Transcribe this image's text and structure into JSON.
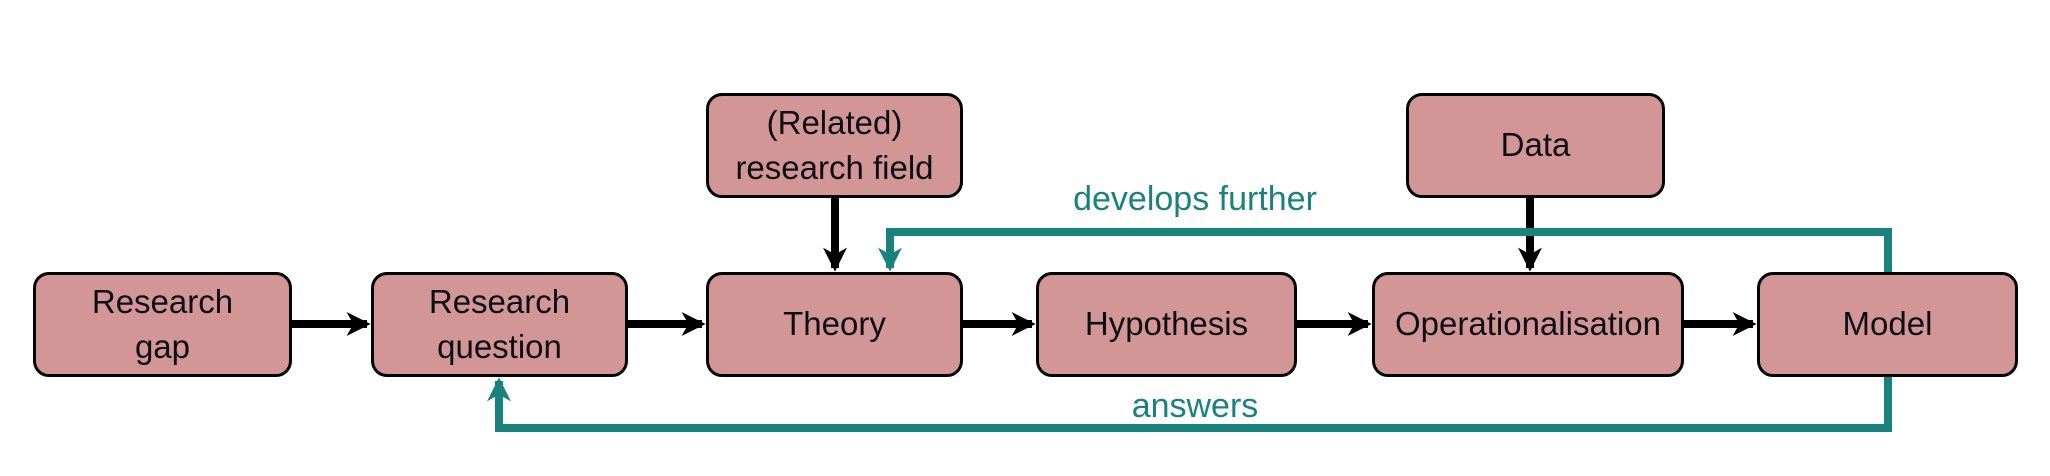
{
  "colors": {
    "background": "#ffffff",
    "node_fill": "#d39696",
    "node_border": "#000000",
    "node_text": "#0d0d15",
    "arrow": "#000000",
    "feedback": "#1a827d"
  },
  "nodes": {
    "research_gap": {
      "label": "Research\ngap"
    },
    "research_question": {
      "label": "Research\nquestion"
    },
    "theory": {
      "label": "Theory"
    },
    "hypothesis": {
      "label": "Hypothesis"
    },
    "operationalisation": {
      "label": "Operationalisation"
    },
    "model": {
      "label": "Model"
    },
    "related_research_field": {
      "label": "(Related)\nresearch field"
    },
    "data": {
      "label": "Data"
    }
  },
  "edge_labels": {
    "develops_further": "develops further",
    "answers": "answers"
  }
}
